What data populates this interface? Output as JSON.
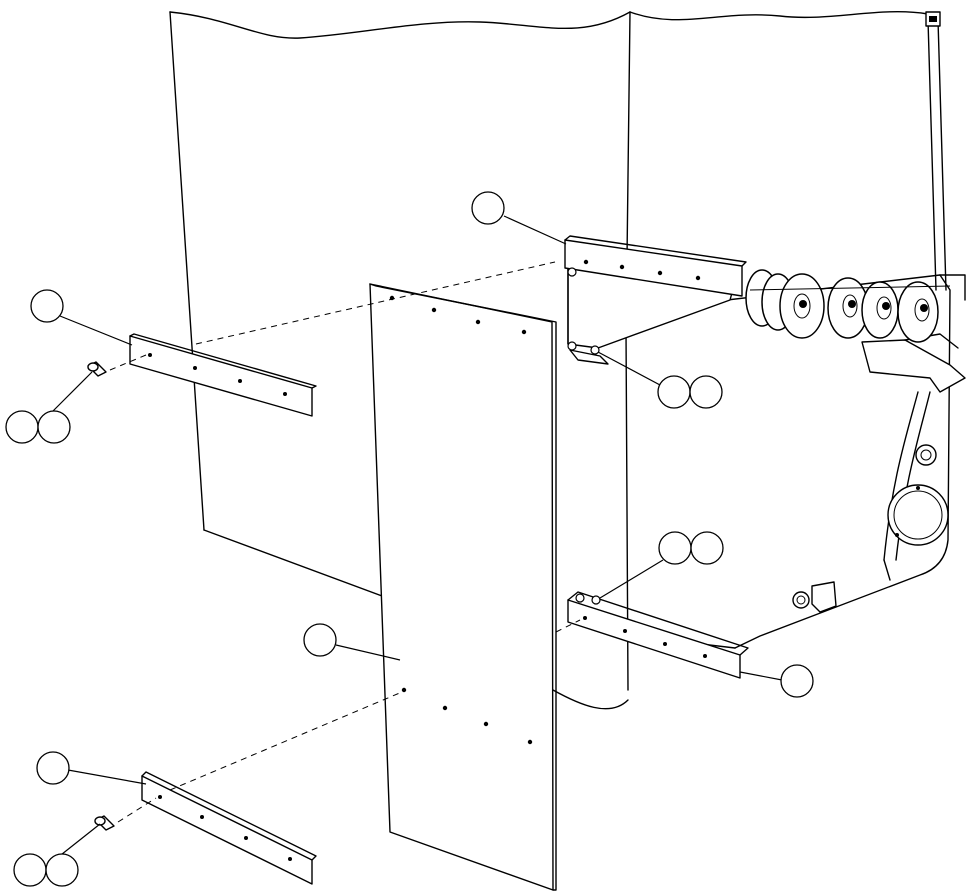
{
  "diagram": {
    "callouts": [
      {
        "id": "c1",
        "label": ""
      },
      {
        "id": "c2",
        "label": ""
      },
      {
        "id": "c3",
        "label": ""
      },
      {
        "id": "c4",
        "label": ""
      },
      {
        "id": "c5",
        "label": ""
      },
      {
        "id": "c6",
        "label": ""
      },
      {
        "id": "c7",
        "label": ""
      },
      {
        "id": "c8",
        "label": ""
      },
      {
        "id": "c9",
        "label": ""
      },
      {
        "id": "c10",
        "label": ""
      },
      {
        "id": "c11",
        "label": ""
      },
      {
        "id": "c12",
        "label": ""
      },
      {
        "id": "c13",
        "label": ""
      },
      {
        "id": "c14",
        "label": ""
      },
      {
        "id": "c15",
        "label": ""
      }
    ]
  }
}
